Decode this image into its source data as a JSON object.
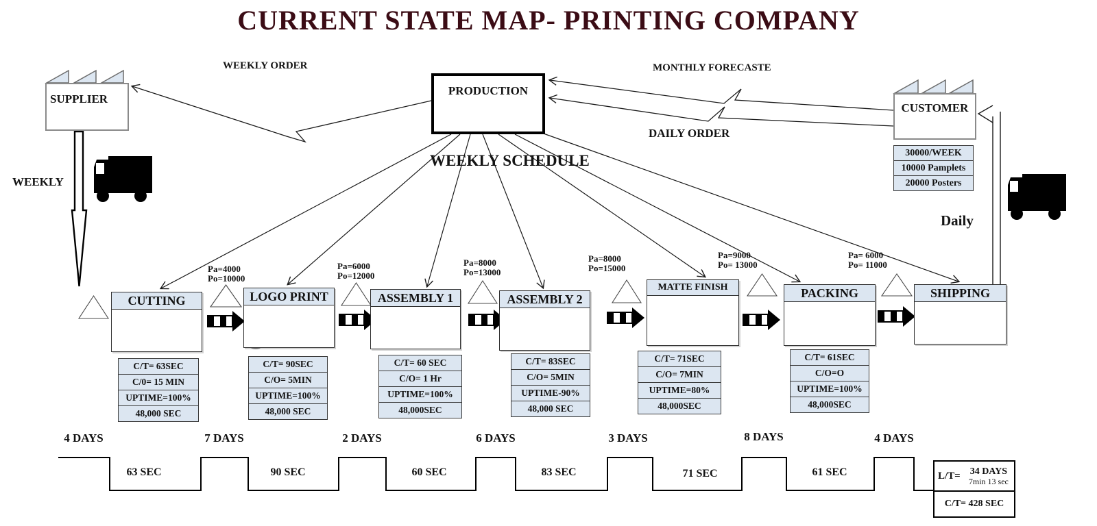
{
  "title": "CURRENT STATE MAP- PRINTING COMPANY",
  "colors": {
    "accent_fill": "#dce6f1",
    "title_color": "#3b0c15",
    "line_color": "#1a1a1a"
  },
  "info_flows": {
    "weekly_order": "WEEKLY ORDER",
    "monthly_forecast": "MONTHLY FORECASTE",
    "daily_order": "DAILY ORDER",
    "weekly_schedule": "WEEKLY SCHEDULE"
  },
  "supplier": {
    "label": "SUPPLIER",
    "shipment_freq": "WEEKLY"
  },
  "production": {
    "label": "PRODUCTION"
  },
  "customer": {
    "label": "CUSTOMER",
    "shipment_freq": "Daily",
    "demand": [
      "30000/WEEK",
      "10000 Pamplets",
      "20000 Posters"
    ]
  },
  "processes": [
    {
      "name": "CUTTING",
      "stats": [
        "C/T= 63SEC",
        "C/0= 15 MIN",
        "UPTIME=100%",
        "48,000 SEC"
      ]
    },
    {
      "name": "LOGO PRINT",
      "stats": [
        "C/T= 90SEC",
        "C/O= 5MIN",
        "UPTIME=100%",
        "48,000 SEC"
      ]
    },
    {
      "name": "ASSEMBLY 1",
      "stats": [
        "C/T= 60 SEC",
        "C/O= 1 Hr",
        "UPTIME=100%",
        "48,000SEC"
      ]
    },
    {
      "name": "ASSEMBLY 2",
      "stats": [
        "C/T= 83SEC",
        "C/O= 5MIN",
        "UPTIME-90%",
        "48,000 SEC"
      ]
    },
    {
      "name": "MATTE FINISH",
      "stats": [
        "C/T= 71SEC",
        "C/O= 7MIN",
        "UPTIME=80%",
        "48,000SEC"
      ]
    },
    {
      "name": "PACKING",
      "stats": [
        "C/T= 61SEC",
        "C/O=O",
        "UPTIME=100%",
        "48,000SEC"
      ]
    },
    {
      "name": "SHIPPING",
      "stats": []
    }
  ],
  "inventories": [
    {
      "pa": "Pa=4000",
      "po": "Po=10000"
    },
    {
      "pa": "Pa=6000",
      "po": "Po=12000"
    },
    {
      "pa": "Pa=8000",
      "po": "Po=13000"
    },
    {
      "pa": "Pa=8000",
      "po": "Po=15000"
    },
    {
      "pa": "Pa=9000",
      "po": "Po= 13000"
    },
    {
      "pa": "Pa= 6000",
      "po": "Po= 11000"
    }
  ],
  "timeline": {
    "wait_times": [
      "4 DAYS",
      "7 DAYS",
      "2 DAYS",
      "6 DAYS",
      "3 DAYS",
      "8 DAYS",
      "4 DAYS"
    ],
    "process_times": [
      "63 SEC",
      "90 SEC",
      "60 SEC",
      "83 SEC",
      "71 SEC",
      "61 SEC"
    ],
    "lead_time_label": "L/T=",
    "lead_time_days": "34 DAYS",
    "lead_time_extra": "7min 13 sec",
    "total_cycle": "C/T= 428 SEC"
  }
}
